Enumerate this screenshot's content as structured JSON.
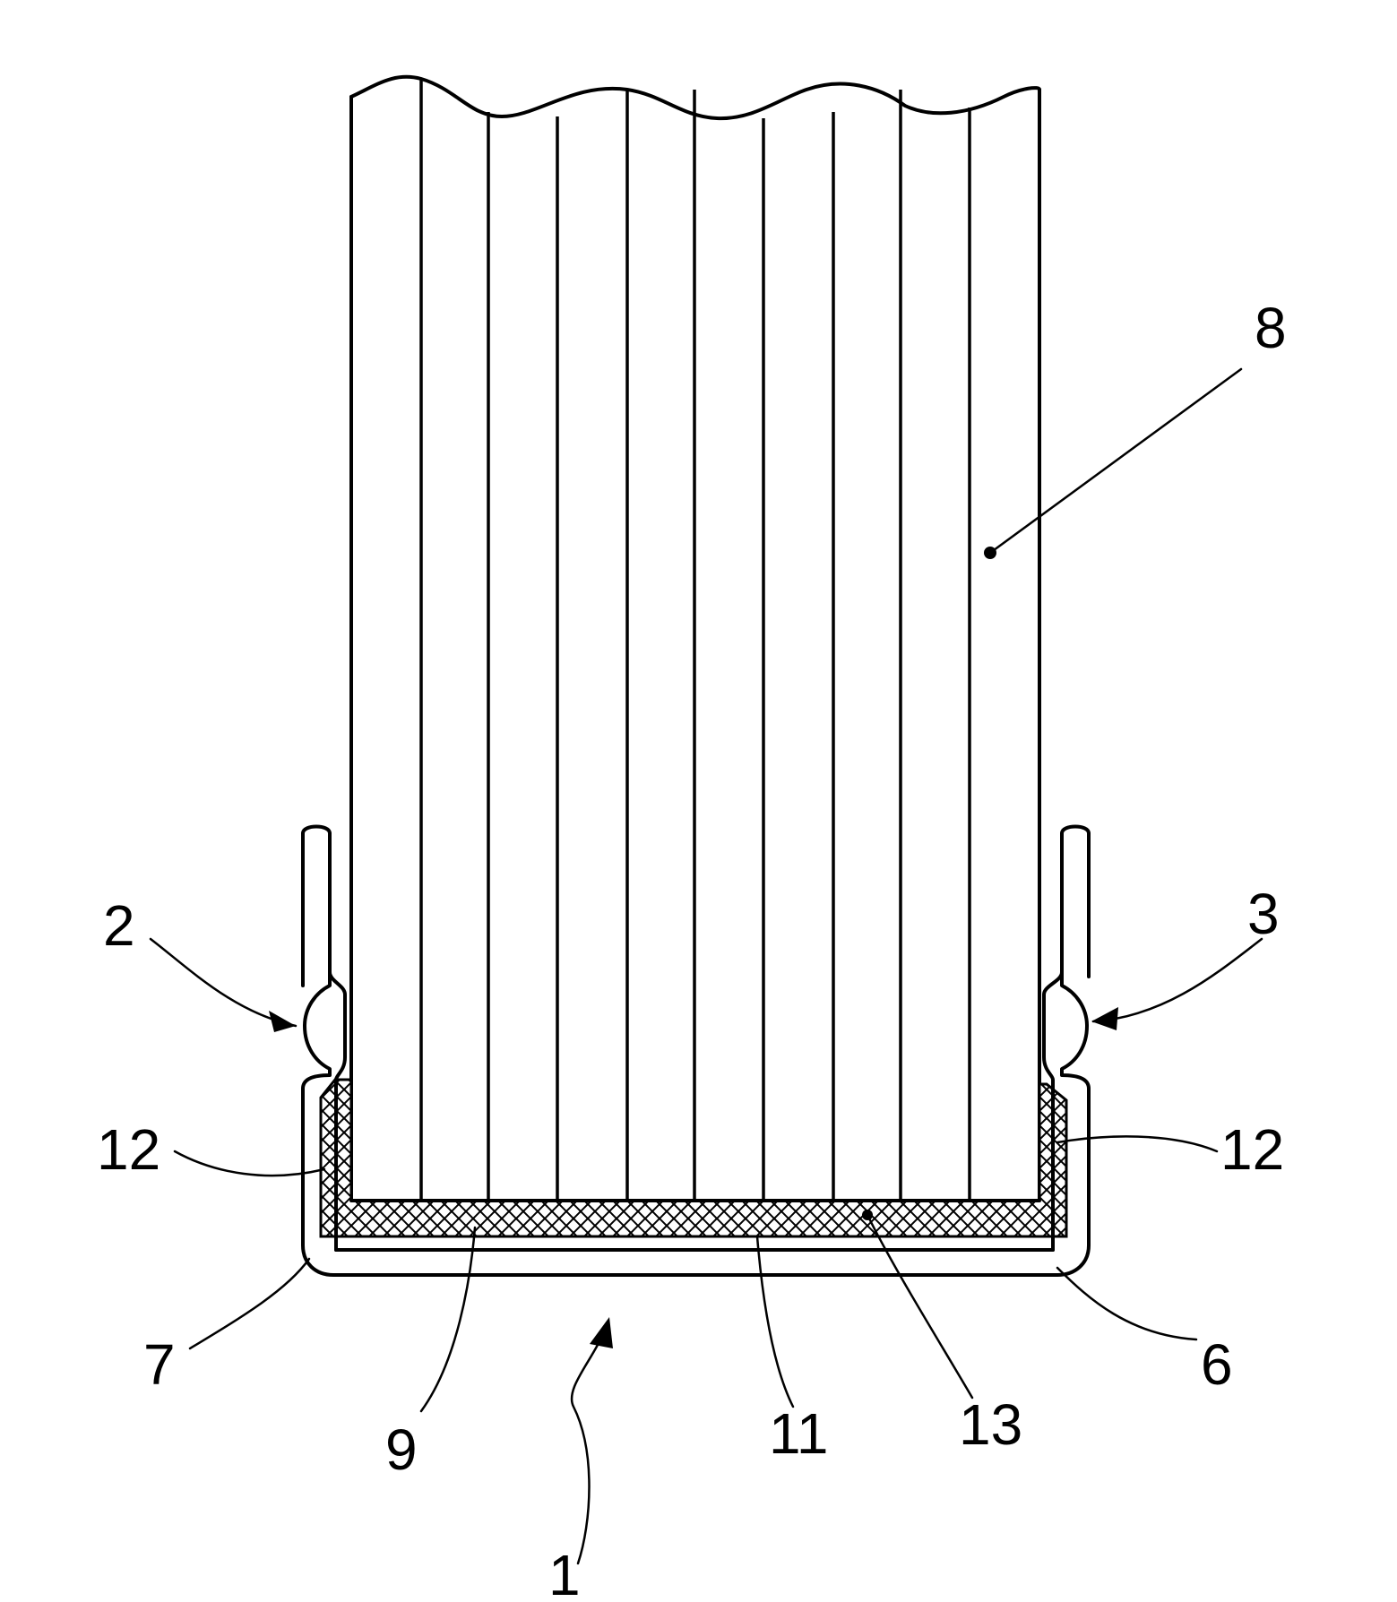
{
  "figure": {
    "labels": {
      "ref_1": "1",
      "ref_2": "2",
      "ref_3": "3",
      "ref_6": "6",
      "ref_7": "7",
      "ref_8": "8",
      "ref_9": "9",
      "ref_11": "11",
      "ref_12_left": "12",
      "ref_12_right": "12",
      "ref_13": "13"
    },
    "colors": {
      "line": "#000000",
      "background": "#ffffff"
    }
  }
}
